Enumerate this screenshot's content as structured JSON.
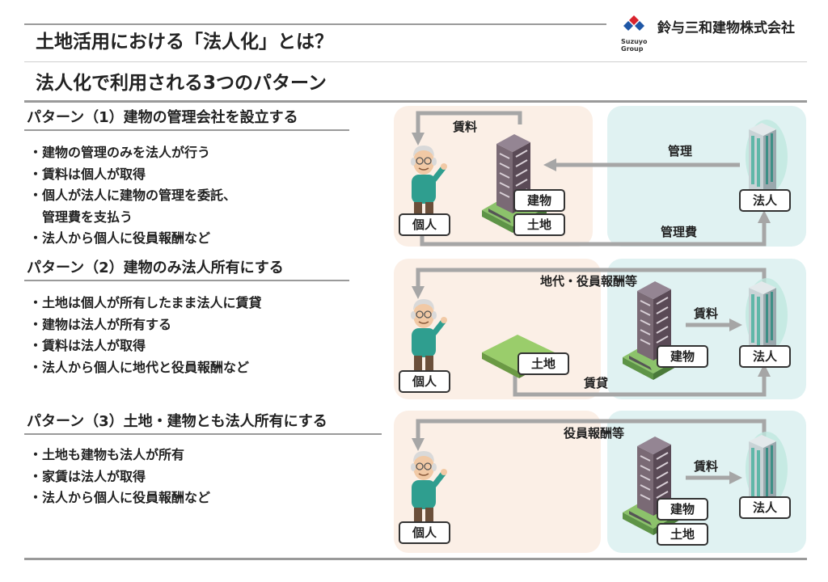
{
  "header": {
    "title": "土地活用における「法人化」とは？",
    "subtitle": "法人化で利用される3つのパターン",
    "company": "鈴与三和建物株式会社",
    "logo_line1": "Suzuyo",
    "logo_line2": "Group"
  },
  "patterns": [
    {
      "heading": "パターン（1）建物の管理会社を設立する",
      "bullets": [
        "・建物の管理のみを法人が行う",
        "・賃料は個人が取得",
        "・個人が法人に建物の管理を委託、",
        "　管理費を支払う",
        "・法人から個人に役員報酬など"
      ],
      "labels": {
        "person": "個人",
        "building": "建物",
        "land": "土地",
        "corp": "法人"
      },
      "arrows": {
        "rent": "賃料",
        "manage": "管理",
        "fee": "管理費"
      }
    },
    {
      "heading": "パターン（2）建物のみ法人所有にする",
      "bullets": [
        "・土地は個人が所有したまま法人に賃貸",
        "・建物は法人が所有する",
        "・賃料は法人が取得",
        "・法人から個人に地代と役員報酬など"
      ],
      "labels": {
        "person": "個人",
        "land": "土地",
        "building": "建物",
        "corp": "法人"
      },
      "arrows": {
        "top": "地代・役員報酬等",
        "rent": "賃料",
        "lease": "賃貸"
      }
    },
    {
      "heading": "パターン（3）土地・建物とも法人所有にする",
      "bullets": [
        "・土地も建物も法人が所有",
        "・家賃は法人が取得",
        "・法人から個人に役員報酬など"
      ],
      "labels": {
        "person": "個人",
        "building": "建物",
        "land": "土地",
        "corp": "法人"
      },
      "arrows": {
        "top": "役員報酬等",
        "rent": "賃料"
      }
    }
  ],
  "colors": {
    "warm_panel": "#fbefe6",
    "cool_panel": "#e0f2f2",
    "arrow": "#a6a6a6",
    "logo_red": "#d9232d",
    "logo_blue": "#1f57a6"
  },
  "icons": [
    "elderly-man-icon",
    "apartment-building-icon",
    "land-plot-icon",
    "office-building-icon",
    "suzuyo-logo-icon"
  ]
}
